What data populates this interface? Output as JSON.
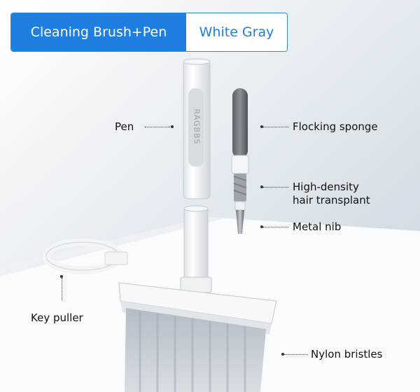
{
  "header": {
    "primary_label": "Cleaning Brush+Pen",
    "secondary_label": "White Gray"
  },
  "product": {
    "brand_engraving": "RAGBBS"
  },
  "callouts": {
    "pen": "Pen",
    "flocking_sponge": "Flocking sponge",
    "high_density_line1": "High-density",
    "high_density_line2": "hair transplant",
    "metal_nib": "Metal nib",
    "key_puller": "Key puller",
    "nylon_bristles": "Nylon bristles"
  },
  "colors": {
    "accent": "#1f7fe0",
    "background_top": "#e9eef2",
    "table": "#ffffff"
  }
}
